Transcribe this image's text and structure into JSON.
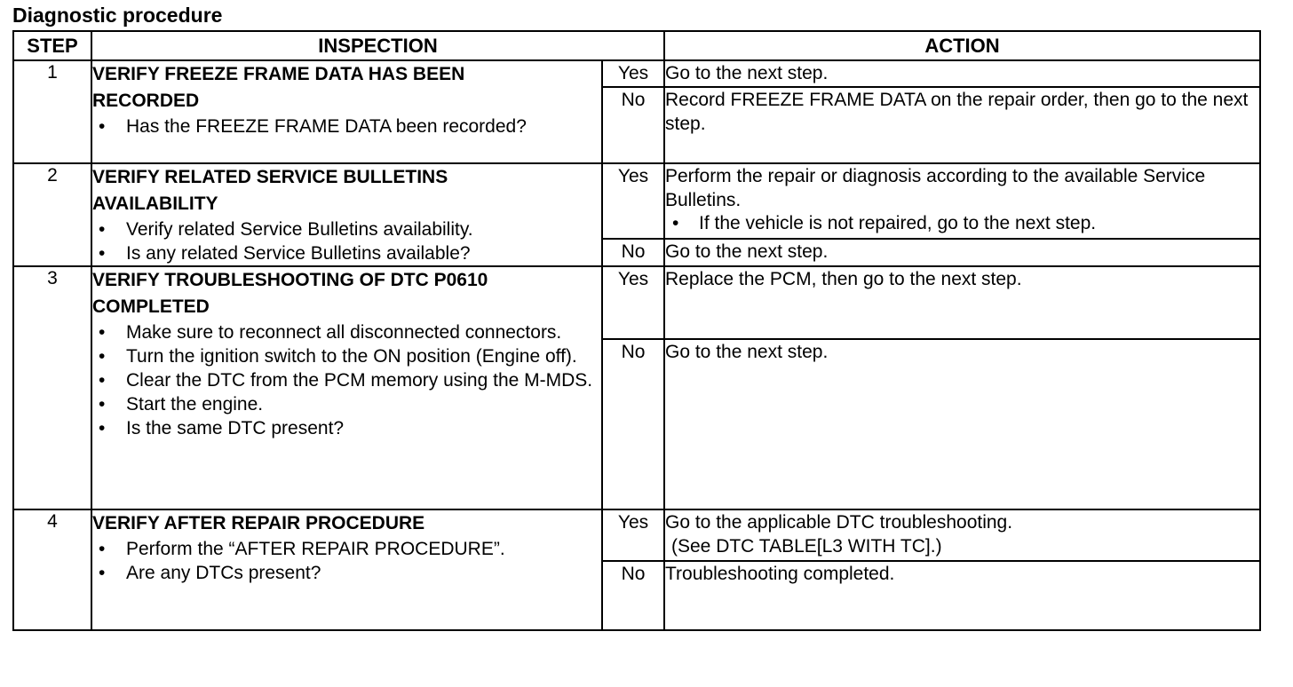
{
  "title": "Diagnostic procedure",
  "headers": {
    "step": "STEP",
    "inspection": "INSPECTION",
    "action": "ACTION"
  },
  "steps": [
    {
      "number": "1",
      "title_lines": [
        "VERIFY FREEZE FRAME DATA HAS BEEN",
        "RECORDED"
      ],
      "bullets": [
        "Has the FREEZE FRAME DATA been recorded?"
      ],
      "yes": {
        "label": "Yes",
        "text": "Go to the next step.",
        "sub_bullets": []
      },
      "no": {
        "label": "No",
        "text": "Record FREEZE FRAME DATA on the repair order, then go to the next step.",
        "sub_bullets": []
      }
    },
    {
      "number": "2",
      "title_lines": [
        "VERIFY RELATED SERVICE BULLETINS",
        "AVAILABILITY"
      ],
      "bullets": [
        "Verify related Service Bulletins availability.",
        "Is any related Service Bulletins available?"
      ],
      "yes": {
        "label": "Yes",
        "text": "Perform the repair or diagnosis according to the available Service Bulletins.",
        "sub_bullets": [
          "If the vehicle is not repaired, go to the next step."
        ]
      },
      "no": {
        "label": "No",
        "text": "Go to the next step.",
        "sub_bullets": []
      }
    },
    {
      "number": "3",
      "title_lines": [
        "VERIFY TROUBLESHOOTING OF DTC P0610",
        "COMPLETED"
      ],
      "bullets": [
        "Make sure to reconnect all disconnected connectors.",
        "Turn the ignition switch to the ON position (Engine off).",
        "Clear the DTC from the PCM memory using the M-MDS.",
        "Start the engine.",
        "Is the same DTC present?"
      ],
      "yes": {
        "label": "Yes",
        "text": "Replace the PCM, then go to the next step.",
        "sub_bullets": []
      },
      "no": {
        "label": "No",
        "text": "Go to the next step.",
        "sub_bullets": []
      }
    },
    {
      "number": "4",
      "title_lines": [
        "VERIFY AFTER REPAIR PROCEDURE"
      ],
      "bullets": [
        "Perform the “AFTER REPAIR PROCEDURE”.",
        "Are any DTCs present?"
      ],
      "yes": {
        "label": "Yes",
        "text": "Go to the applicable DTC troubleshooting.",
        "text2": "(See DTC TABLE[L3 WITH TC].)",
        "sub_bullets": []
      },
      "no": {
        "label": "No",
        "text": "Troubleshooting completed.",
        "sub_bullets": []
      }
    }
  ]
}
